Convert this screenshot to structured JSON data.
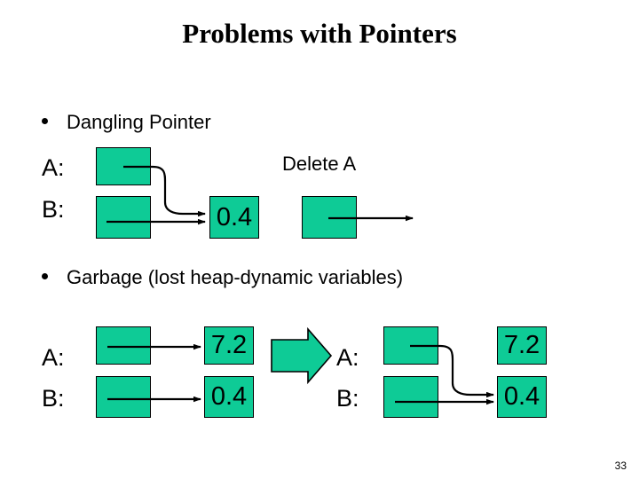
{
  "slide": {
    "title": "Problems with Pointers",
    "page_number": "33",
    "accent_color": "#0ECB96",
    "line_color": "#000000",
    "background": "#FFFFFF"
  },
  "bullets": [
    {
      "id": "dangling",
      "marker": "•",
      "text": "Dangling Pointer"
    },
    {
      "id": "garbage",
      "marker": "•",
      "text": "Garbage (lost heap-dynamic variables)"
    }
  ],
  "dangling_diagram": {
    "caption": "Delete  A",
    "var_labels": {
      "a": "A:",
      "b": "B:"
    },
    "value_boxes": [
      {
        "name": "shared-value",
        "value": "0.4"
      }
    ],
    "pointer_cells": [
      {
        "name": "a-cell",
        "value": ""
      },
      {
        "name": "b-cell",
        "value": ""
      },
      {
        "name": "freed-cell",
        "value": ""
      }
    ],
    "arrows": [
      {
        "name": "a-to-value-curved",
        "style": "curved"
      },
      {
        "name": "b-to-value-straight",
        "style": "straight"
      },
      {
        "name": "dangling-arrow",
        "style": "straight-dangling"
      }
    ]
  },
  "garbage_diagram": {
    "before": {
      "var_labels": {
        "a": "A:",
        "b": "B:"
      },
      "value_boxes": [
        {
          "name": "a-value",
          "value": "7.2"
        },
        {
          "name": "b-value",
          "value": "0.4"
        }
      ],
      "arrows": [
        {
          "name": "a-to-72",
          "style": "straight"
        },
        {
          "name": "b-to-04",
          "style": "straight"
        }
      ]
    },
    "transition": {
      "name": "block-arrow-right",
      "direction": "right"
    },
    "after": {
      "var_labels": {
        "a": "A:",
        "b": "B:"
      },
      "value_boxes": [
        {
          "name": "orphan-value",
          "value": "7.2"
        },
        {
          "name": "shared-value",
          "value": "0.4"
        }
      ],
      "arrows": [
        {
          "name": "a-to-04-curved",
          "style": "curved"
        },
        {
          "name": "b-to-04",
          "style": "straight"
        }
      ]
    }
  }
}
